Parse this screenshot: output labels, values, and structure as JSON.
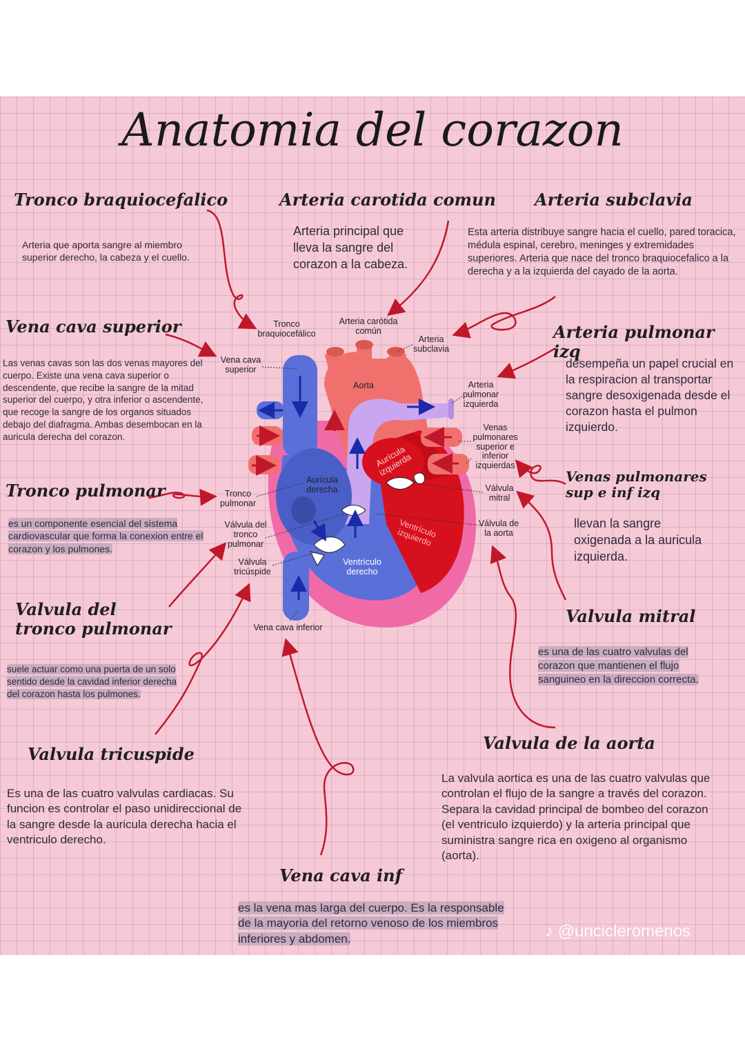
{
  "title": "Anatomia del corazon",
  "sections": {
    "tronco_braquiocefalico": {
      "title": "Tronco braquiocefalico",
      "text": "Arteria que aporta sangre al miembro superior derecho, la cabeza y el cuello."
    },
    "arteria_carotida": {
      "title": "Arteria carotida comun",
      "text": "Arteria principal que lleva la sangre del corazon a la cabeza."
    },
    "arteria_subclavia": {
      "title": "Arteria subclavia",
      "text": "Esta arteria distribuye sangre hacia el cuello, pared toracica, médula espinal, cerebro, meninges y extremidades superiores. Arteria que nace del tronco braquiocefalico a la derecha y a la izquierda del cayado de la aorta."
    },
    "vena_cava_superior": {
      "title": "Vena cava superior",
      "text": "Las venas cavas son las dos venas mayores del cuerpo. Existe una vena cava superior o descendente, que recibe la sangre de la mitad superior del cuerpo, y otra inferior o ascendente, que recoge la sangre de los organos situados debajo del diafragma. Ambas desembocan en la auricula derecha del corazon."
    },
    "arteria_pulmonar": {
      "title": "Arteria pulmonar izq",
      "text": "desempeña un papel crucial en la respiracion al transportar sangre desoxigenada desde el corazon hasta el pulmon izquierdo."
    },
    "tronco_pulmonar": {
      "title": "Tronco pulmonar",
      "text": "es un componente esencial del sistema cardiovascular que forma la conexion entre el corazon y los pulmones."
    },
    "venas_pulmonares": {
      "title": "Venas pulmonares sup e inf izq",
      "text": "llevan la sangre oxigenada a la auricula izquierda."
    },
    "valvula_tronco": {
      "title": "Valvula del tronco pulmonar",
      "text": "suele actuar como una puerta de un solo sentido desde la cavidad inferior derecha del corazon hasta los pulmones."
    },
    "valvula_mitral": {
      "title": "Valvula mitral",
      "text": "es una de las cuatro valvulas del corazon que mantienen el flujo sanguineo en la direccion correcta."
    },
    "valvula_tricuspide": {
      "title": "Valvula tricuspide",
      "text": "Es una de las cuatro valvulas cardiacas. Su funcion es controlar el paso unidireccional de la sangre desde la auricula derecha hacia el ventriculo derecho."
    },
    "valvula_aorta": {
      "title": "Valvula de la aorta",
      "text": "La valvula aortica es una de las cuatro valvulas que controlan el flujo de la sangre a través del corazon. Separa la cavidad principal de bombeo del corazon (el ventriculo izquierdo) y la arteria principal que suministra sangre rica en oxigeno al organismo (aorta)."
    },
    "vena_cava_inf": {
      "title": "Vena cava inf",
      "text": "es la vena mas larga del cuerpo. Es la responsable de la mayoria del retorno venoso de los miembros inferiores y abdomen."
    }
  },
  "diagram_labels": {
    "tronco_braquiocefalico": "Tronco braquiocefálico",
    "arteria_carotida": "Arteria carótida común",
    "arteria_subclavia": "Arteria subclavia",
    "vena_cava_superior": "Vena cava superior",
    "aorta": "Aorta",
    "arteria_pulmonar": "Arteria pulmonar izquierda",
    "venas_pulmonares": "Venas pulmonares superior e inferior izquierdas",
    "auricula_izquierda": "Aurícula izquierda",
    "auricula_derecha": "Aurícula derecha",
    "tronco_pulmonar": "Tronco pulmonar",
    "valvula_mitral": "Válvula mitral",
    "valvula_tronco": "Válvula del tronco pulmonar",
    "valvula_aorta": "Válvula de la aorta",
    "ventriculo_izquierdo": "Ventrículo izquierdo",
    "valvula_tricuspide": "Válvula tricúspide",
    "ventriculo_derecho": "Ventrículo derecho",
    "vena_cava_inferior": "Vena cava inferior"
  },
  "watermark": "♪ @uncicleromenos",
  "colors": {
    "background": "#f6c9d6",
    "arrow": "#c0182a",
    "aorta": "#f0706e",
    "vein": "#5b6fd8",
    "pulmonary": "#c9a6ef",
    "left_heart": "#d7101e"
  }
}
